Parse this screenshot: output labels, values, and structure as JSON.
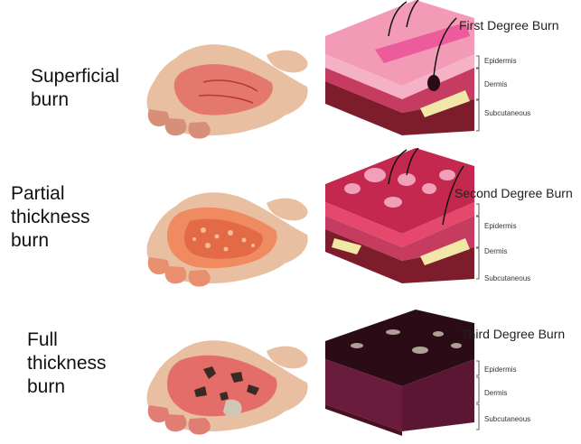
{
  "rows": [
    {
      "label_lines": [
        "Superficial",
        "burn"
      ],
      "title": "First Degree Burn",
      "layers": [
        "Epidermis",
        "Dermis",
        "Subcutaneous"
      ],
      "severity": "first"
    },
    {
      "label_lines": [
        "Partial",
        "thickness",
        "burn"
      ],
      "title": "Second Degree Burn",
      "layers": [
        "Epidermis",
        "Dermis",
        "Subcutaneous"
      ],
      "severity": "second"
    },
    {
      "label_lines": [
        "Full",
        "thickness",
        "burn"
      ],
      "title": "Third Degree Burn",
      "layers": [
        "Epidermis",
        "Dermis",
        "Subcutaneous"
      ],
      "severity": "third"
    }
  ],
  "colors": {
    "skin": "#e8bfa0",
    "skin_shadow": "#c99575",
    "burn_light": "#e36b63",
    "burn_mid": "#d9502f",
    "burn_dark": "#3a2a25",
    "epidermis_first": "#f39ab7",
    "dermis": "#c63c61",
    "subcutaneous": "#7d1d2c",
    "fat": "#f1e7a6",
    "third_top": "#2a0b16",
    "third_side": "#6a1c3d"
  }
}
